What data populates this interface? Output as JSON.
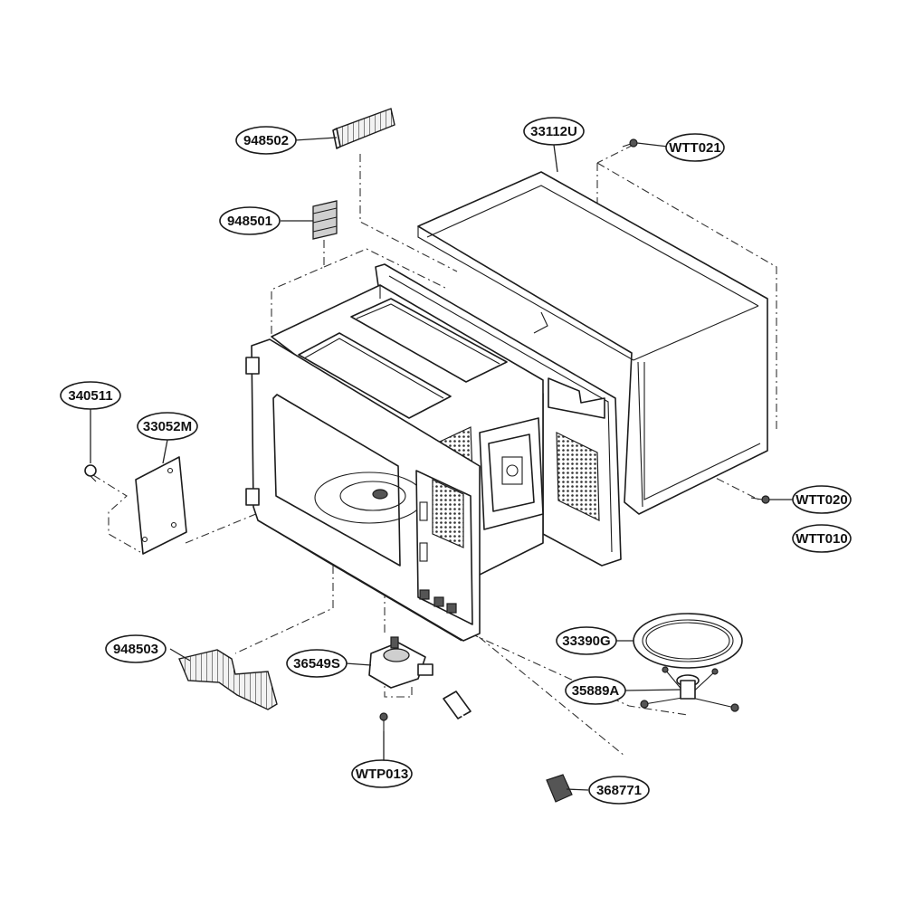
{
  "diagram": {
    "parts": [
      {
        "id": "948502",
        "label": "948502"
      },
      {
        "id": "33112U",
        "label": "33112U"
      },
      {
        "id": "WTT021",
        "label": "WTT021"
      },
      {
        "id": "948501",
        "label": "948501"
      },
      {
        "id": "340511",
        "label": "340511"
      },
      {
        "id": "33052M",
        "label": "33052M"
      },
      {
        "id": "WTT020",
        "label": "WTT020"
      },
      {
        "id": "WTT010",
        "label": "WTT010"
      },
      {
        "id": "33390G",
        "label": "33390G"
      },
      {
        "id": "948503",
        "label": "948503"
      },
      {
        "id": "36549S",
        "label": "36549S"
      },
      {
        "id": "35889A",
        "label": "35889A"
      },
      {
        "id": "WTP013",
        "label": "WTP013"
      },
      {
        "id": "368771",
        "label": "368771"
      }
    ]
  }
}
